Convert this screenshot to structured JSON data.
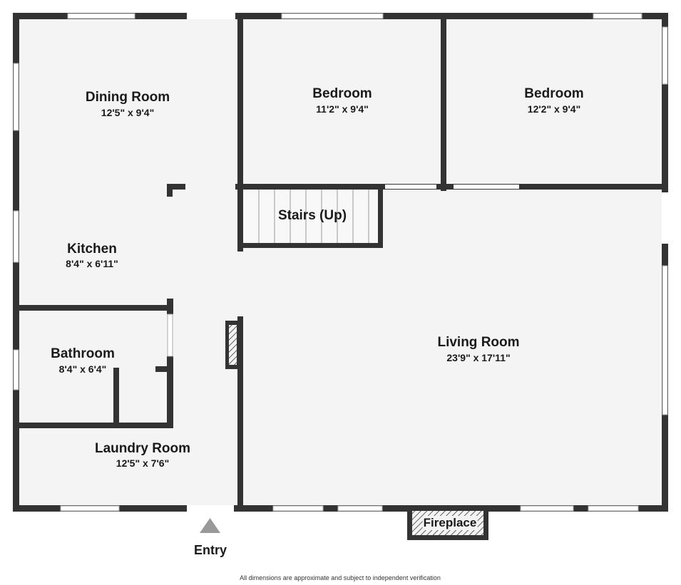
{
  "rooms": [
    {
      "name": "Dining Room",
      "dims": "12'5\" x 9'4\""
    },
    {
      "name": "Bedroom",
      "dims": "11'2\" x 9'4\""
    },
    {
      "name": "Bedroom",
      "dims": "12'2\" x 9'4\""
    },
    {
      "name": "Stairs (Up)"
    },
    {
      "name": "Kitchen",
      "dims": "8'4\" x 6'11\""
    },
    {
      "name": "Bathroom",
      "dims": "8'4\" x 6'4\""
    },
    {
      "name": "Living Room",
      "dims": "23'9\" x 17'11\""
    },
    {
      "name": "Laundry Room",
      "dims": "12'5\" x 7'6\""
    }
  ],
  "fireplace": "Fireplace",
  "entry": "Entry",
  "disclaimer": "All dimensions are approximate and subject to independent verification",
  "colors": {
    "wall": "#333333",
    "floor": "#f4f4f4",
    "window": "#ffffff"
  }
}
